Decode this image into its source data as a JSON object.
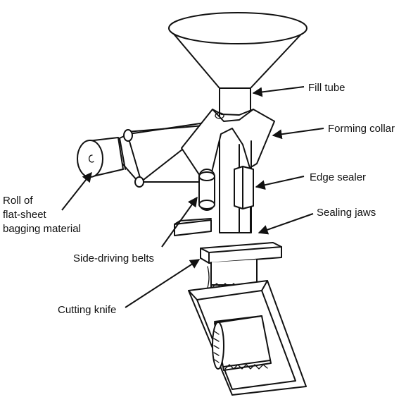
{
  "labels": {
    "fill_tube": "Fill tube",
    "forming_collar": "Forming collar",
    "edge_sealer": "Edge sealer",
    "sealing_jaws": "Sealing jaws",
    "roll_line1": "Roll of",
    "roll_line2": "flat-sheet",
    "roll_line3": "bagging material",
    "side_driving_belts": "Side-driving belts",
    "cutting_knife": "Cutting knife"
  },
  "colors": {
    "ink": "#111111",
    "paper": "#ffffff"
  }
}
